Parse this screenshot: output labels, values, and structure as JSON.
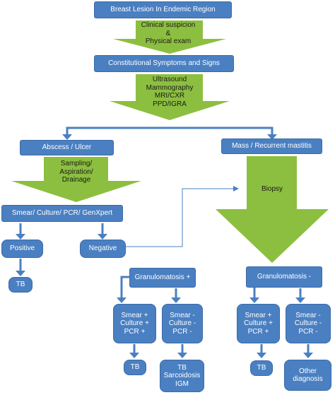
{
  "colors": {
    "box_fill": "#4a80c2",
    "box_text": "#ffffff",
    "arrow_green": "#8cbf3f",
    "connector_blue": "#4a80c2"
  },
  "nodes": {
    "breast_lesion": "Breast Lesion In Endemic Region",
    "constitutional": "Constitutional Symptoms and Signs",
    "abscess": "Abscess / Ulcer",
    "mass": "Mass / Recurrent mastitis",
    "smear_culture": "Smear/ Culture/ PCR/ GenXpert",
    "positive": "Positive",
    "negative": "Negative",
    "tb_left": "TB",
    "gran_pos": "Granulomatosis +",
    "gran_neg": "Granulomatosis -",
    "gp_pos": "Smear +\nCulture +\nPCR +",
    "gp_neg": "Smear -\nCulture -\nPCR -",
    "gn_pos": "Smear +\nCulture +\nPCR +",
    "gn_neg": "Smear -\nCulture -\nPCR -",
    "tb_gp": "TB",
    "tb_sarc": "TB\nSarcoidosis\nIGM",
    "tb_gn": "TB",
    "other": "Other\ndiagnosis"
  },
  "arrows": {
    "clinical": "Clinical suspicion\n&\nPhysical exam",
    "imaging": "Ultrasound\nMammography\nMRI/CXR\nPPD/IGRA",
    "sampling": "Sampling/\nAspiration/\nDrainage",
    "biopsy": "Biopsy"
  }
}
